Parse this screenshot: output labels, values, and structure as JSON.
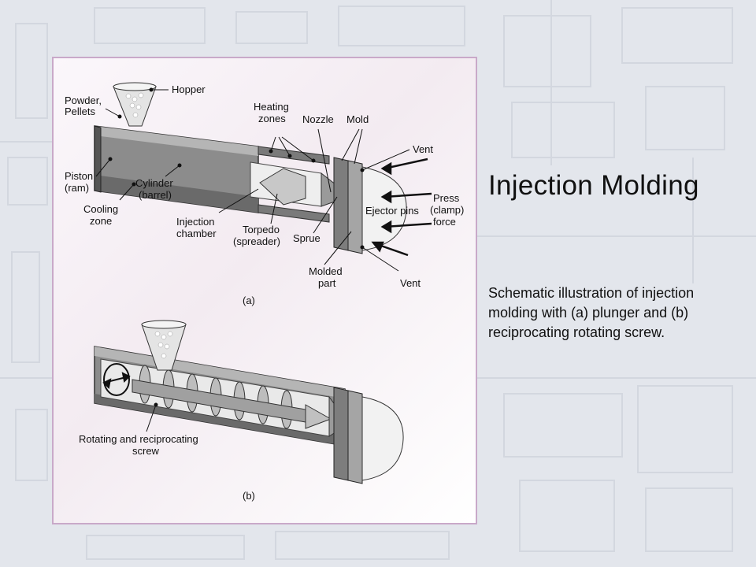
{
  "slide": {
    "title": "Injection Molding",
    "description": "Schematic illustration of injection molding with (a) plunger and (b) reciprocating rotating screw."
  },
  "figure_a": {
    "caption": "(a)",
    "labels": {
      "hopper": "Hopper",
      "powder_1": "Powder,",
      "powder_2": "Pellets",
      "heating_1": "Heating",
      "heating_2": "zones",
      "nozzle": "Nozzle",
      "mold": "Mold",
      "vent_top": "Vent",
      "piston_1": "Piston",
      "piston_2": "(ram)",
      "cylinder_1": "Cylinder",
      "cylinder_2": "(barrel)",
      "cooling_1": "Cooling",
      "cooling_2": "zone",
      "injection_1": "Injection",
      "injection_2": "chamber",
      "torpedo_1": "Torpedo",
      "torpedo_2": "(spreader)",
      "sprue": "Sprue",
      "ejector": "Ejector pins",
      "press_1": "Press",
      "press_2": "(clamp)",
      "press_3": "force",
      "molded_1": "Molded",
      "molded_2": "part",
      "vent_bottom": "Vent"
    }
  },
  "figure_b": {
    "caption": "(b)",
    "labels": {
      "screw_1": "Rotating and reciprocating",
      "screw_2": "screw"
    }
  },
  "colors": {
    "background": "#e3e6ec",
    "frame_border": "#c9a9c9",
    "barrel_dark": "#6e6e6e",
    "barrel_mid": "#9a9a9a",
    "barrel_light": "#d0d0d0"
  }
}
